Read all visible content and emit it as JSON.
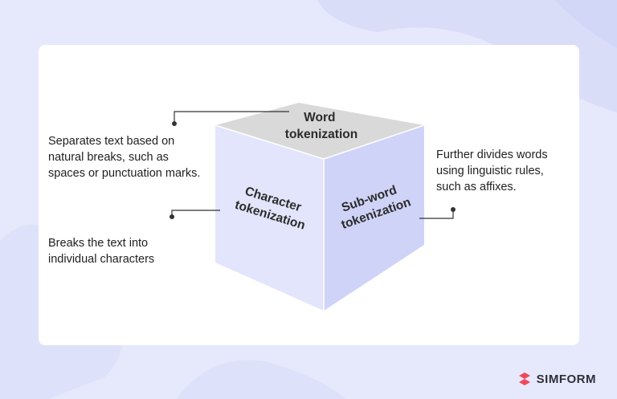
{
  "cube": {
    "top_label": [
      "Word",
      "tokenization"
    ],
    "left_label": [
      "Character",
      "tokenization"
    ],
    "right_label": [
      "Sub-word",
      "tokenization"
    ]
  },
  "descriptions": {
    "word": "Separates text based on\nnatural breaks, such as\nspaces or punctuation marks.",
    "character": "Breaks the text into\nindividual characters",
    "subword": "Further divides words\nusing linguistic rules,\nsuch as affixes."
  },
  "logo": {
    "text": "SIMFORM",
    "icon": "simform-logo-icon",
    "color": "#f2465a"
  },
  "colors": {
    "background": "#e6e9fb",
    "cube_top": "#d9d9d9",
    "cube_left": "#e2e5fb",
    "cube_right": "#cfd3f7",
    "connector": "#333333"
  }
}
